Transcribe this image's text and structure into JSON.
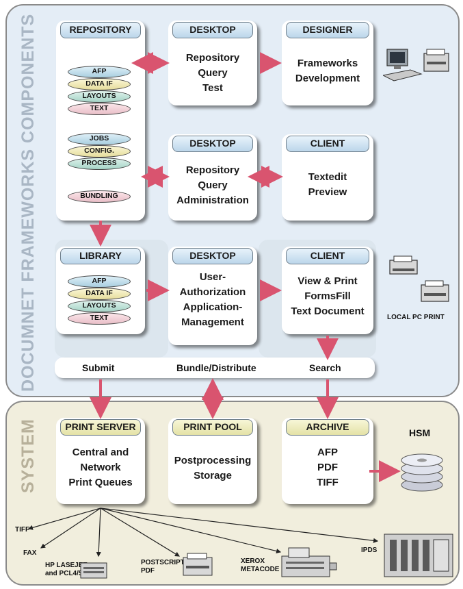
{
  "panels": {
    "top_title": "DOCUMNET FRAMEWORKS COMPONENTS",
    "bottom_title": "SYSTEM"
  },
  "boxes": {
    "repository": {
      "title": "REPOSITORY"
    },
    "desktop1": {
      "title": "DESKTOP",
      "lines": [
        "Repository",
        "Query",
        "Test"
      ]
    },
    "designer": {
      "title": "DESIGNER",
      "lines": [
        "Frameworks",
        "Development"
      ]
    },
    "desktop2": {
      "title": "DESKTOP",
      "lines": [
        "Repository",
        "Query",
        "Administration"
      ]
    },
    "client1": {
      "title": "CLIENT",
      "lines": [
        "Textedit",
        "Preview"
      ]
    },
    "library": {
      "title": "LIBRARY"
    },
    "desktop3": {
      "title": "DESKTOP",
      "lines": [
        "User-",
        "Authorization",
        "Application-",
        "Management"
      ]
    },
    "client2": {
      "title": "CLIENT",
      "lines": [
        "View & Print",
        "FormsFill",
        "Text Document"
      ]
    },
    "print_server": {
      "title": "PRINT SERVER",
      "lines": [
        "Central and",
        "Network",
        "Print Queues"
      ]
    },
    "print_pool": {
      "title": "PRINT POOL",
      "lines": [
        "Postprocessing",
        "Storage"
      ]
    },
    "archive": {
      "title": "ARCHIVE",
      "lines": [
        "AFP",
        "PDF",
        "TIFF"
      ]
    }
  },
  "repository_stack_1": [
    "AFP",
    "DATA IF",
    "LAYOUTS",
    "TEXT"
  ],
  "repository_stack_2": [
    "JOBS",
    "CONFIG.",
    "PROCESS"
  ],
  "repository_stack_3": [
    "BUNDLING"
  ],
  "library_stack": [
    "AFP",
    "DATA IF",
    "LAYOUTS",
    "TEXT"
  ],
  "bar_labels": {
    "submit": "Submit",
    "bundle": "Bundle/Distribute",
    "search": "Search"
  },
  "labels": {
    "local_pc_print": "LOCAL PC PRINT",
    "hsm": "HSM"
  },
  "outputs": {
    "tiff": "TIFF",
    "fax": "FAX",
    "hp_line1": "HP LASEJET",
    "hp_line2": "and PCL4/5",
    "postscript_line1": "POSTSCRIPT",
    "postscript_line2": "PDF",
    "xerox_line1": "XEROX",
    "xerox_line2": "METACODE",
    "ipds": "IPDS"
  },
  "colors": {
    "top_panel": "#e4edf6",
    "bottom_panel": "#f1eedd",
    "arrow": "#d9546f"
  }
}
